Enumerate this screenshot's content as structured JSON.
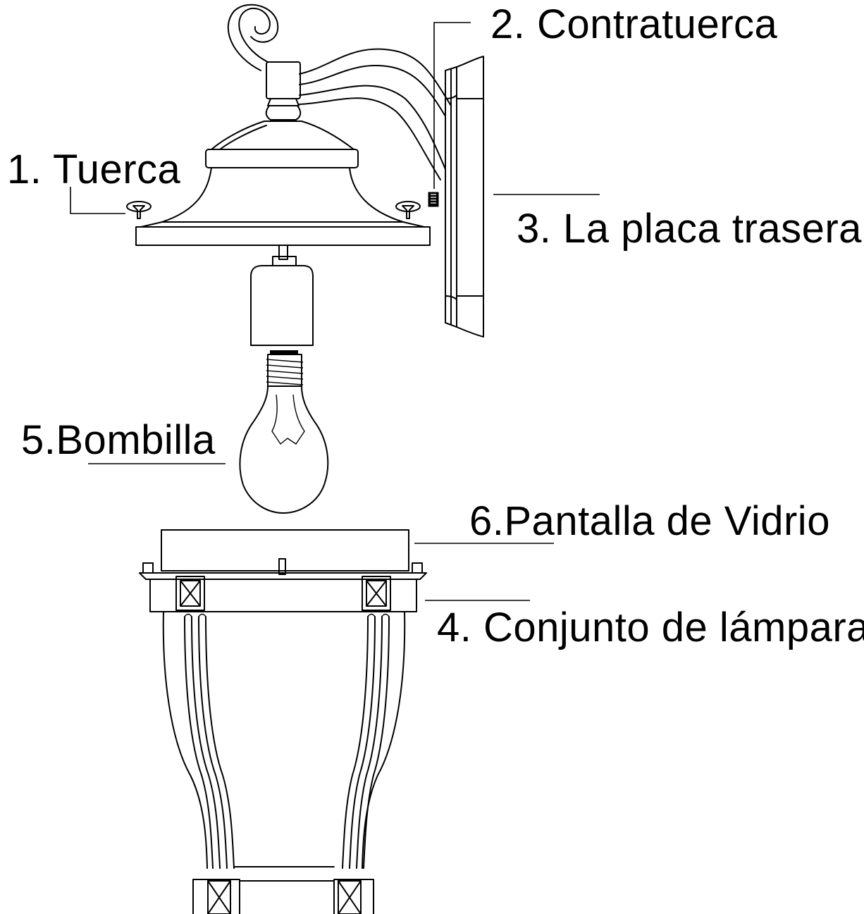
{
  "labels": {
    "nut": "1. Tuerca",
    "locknut": "2. Contratuerca",
    "backplate": "3. La placa trasera",
    "lamp_assembly": "4. Conjunto de lámpara",
    "bulb": "5.Bombilla",
    "glass_shade": "6.Pantalla de Vidrio"
  }
}
